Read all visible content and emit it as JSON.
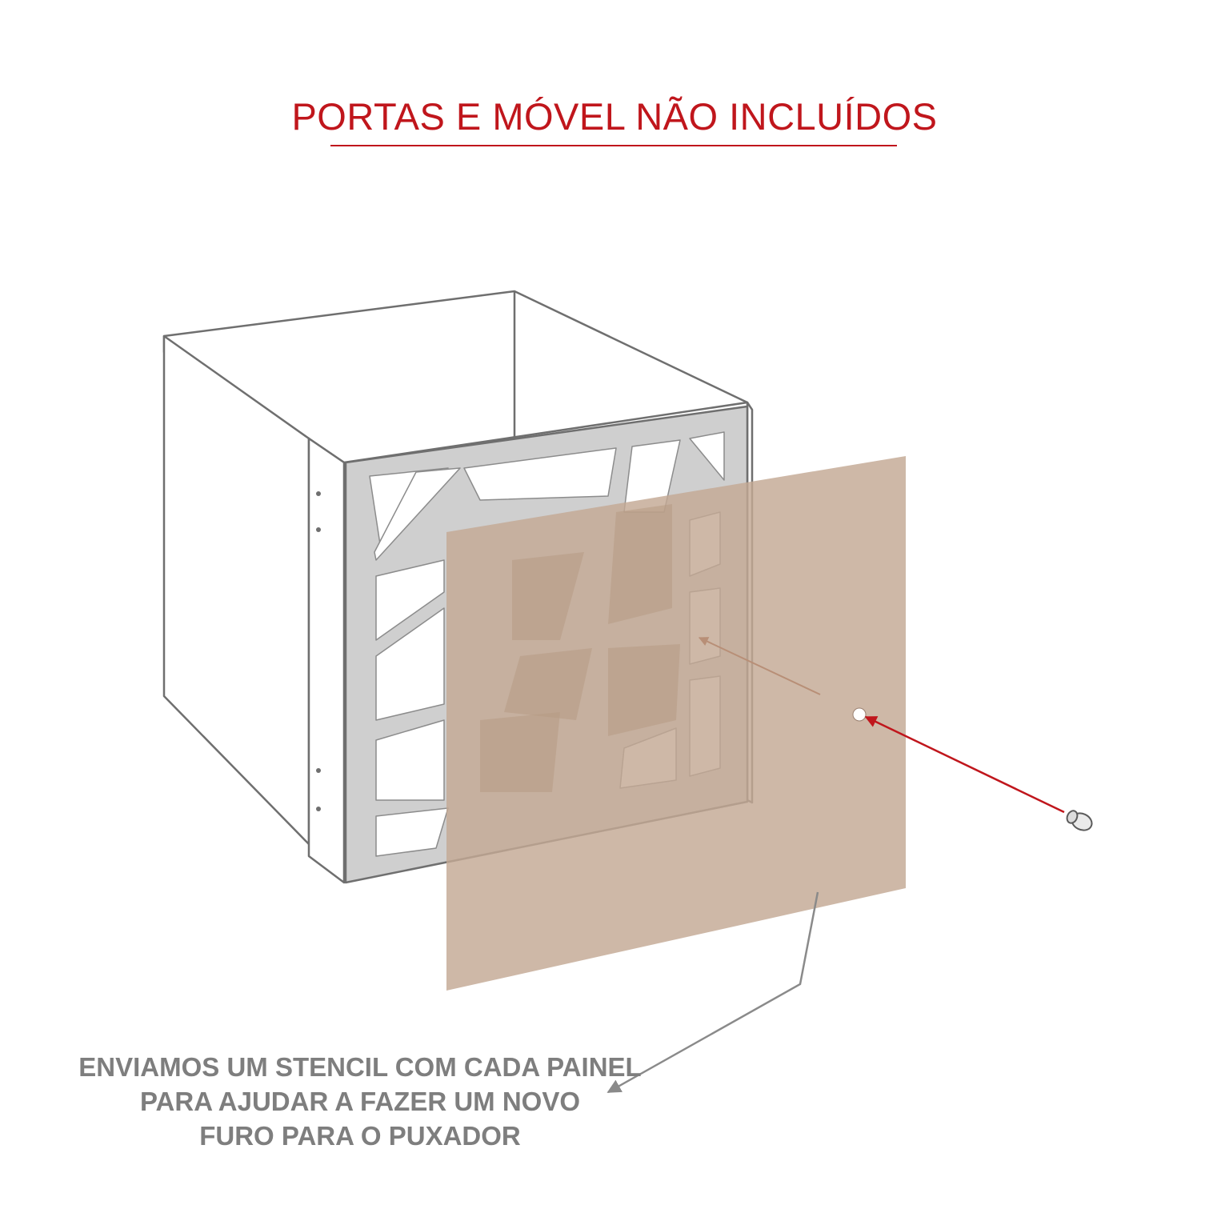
{
  "header": {
    "title": "PORTAS E MÓVEL NÃO INCLUÍDOS"
  },
  "illustration": {
    "furniture_icon": "cabinet-with-cutout-door-icon",
    "panel_icon": "stencil-panel-icon",
    "knob_icon": "knob-icon",
    "colors": {
      "accent_red": "#c0161c",
      "panel_tan": "#c3a894",
      "outline_gray": "#6f6f6f",
      "door_gray": "#cfcfcf"
    }
  },
  "caption": {
    "line1": "ENVIAMOS UM STENCIL COM CADA PAINEL",
    "line2": "PARA AJUDAR A FAZER UM NOVO",
    "line3": "FURO PARA O PUXADOR"
  }
}
